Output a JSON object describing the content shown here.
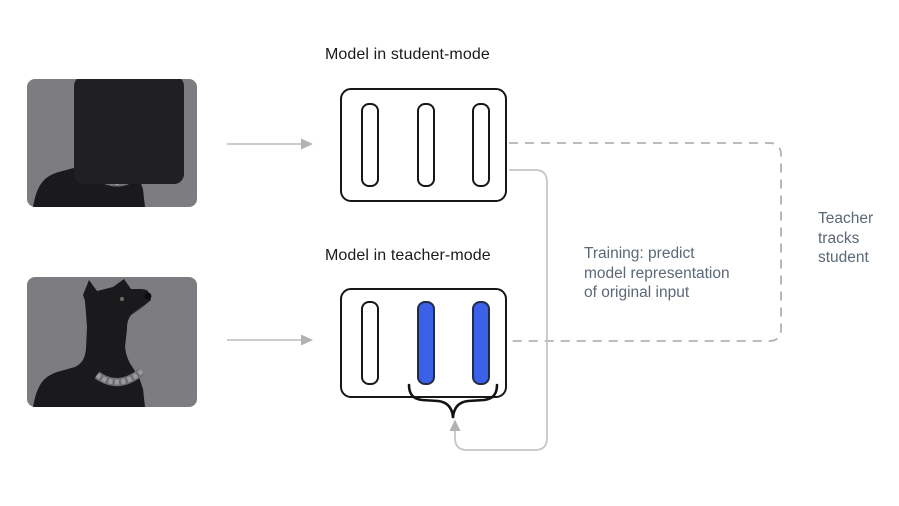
{
  "colors": {
    "accent_blue": "#3b61e8",
    "unit_outline": "#17171a",
    "title_text": "#1b1b1d",
    "slate_text": "#5a6877",
    "connector_gray": "#c6c6c6",
    "dashed_gray": "#b2b2b2",
    "photo_bg": "#7d7d81",
    "mask_fill": "#202023"
  },
  "student": {
    "title": "Model in student-mode",
    "units": [
      "empty",
      "empty",
      "empty"
    ]
  },
  "teacher": {
    "title": "Model in teacher-mode",
    "units": [
      "empty",
      "filled",
      "filled"
    ]
  },
  "annotations": {
    "training_note": "Training: predict\nmodel representation\nof original input",
    "teacher_tracks": "Teacher\ntracks\nstudent"
  },
  "images": {
    "masked_input_alt": "Dog photo with masked region",
    "original_input_alt": "Original dog photo"
  }
}
